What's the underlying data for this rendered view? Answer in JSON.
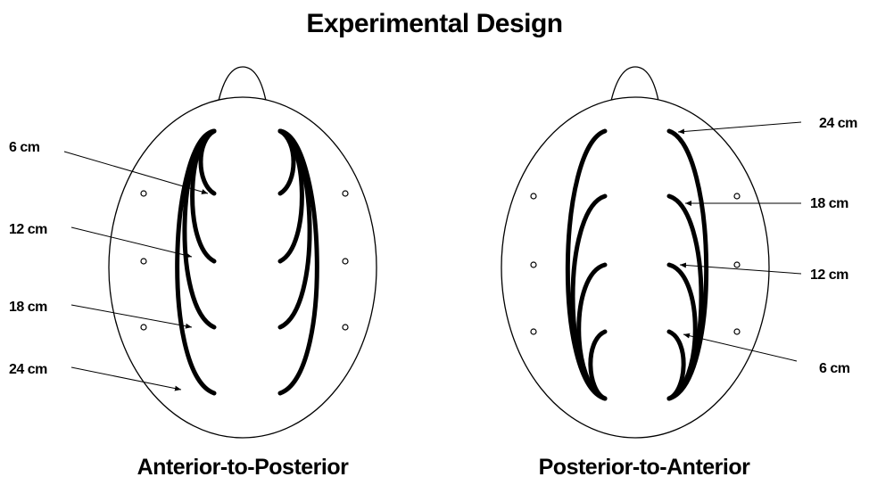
{
  "title": "Experimental Design",
  "panels": [
    {
      "caption": "Anterior-to-Posterior",
      "labels": [
        "6 cm",
        "12 cm",
        "18 cm",
        "24 cm"
      ]
    },
    {
      "caption": "Posterior-to-Anterior",
      "labels": [
        "24 cm",
        "18 cm",
        "12 cm",
        "6 cm"
      ]
    }
  ]
}
